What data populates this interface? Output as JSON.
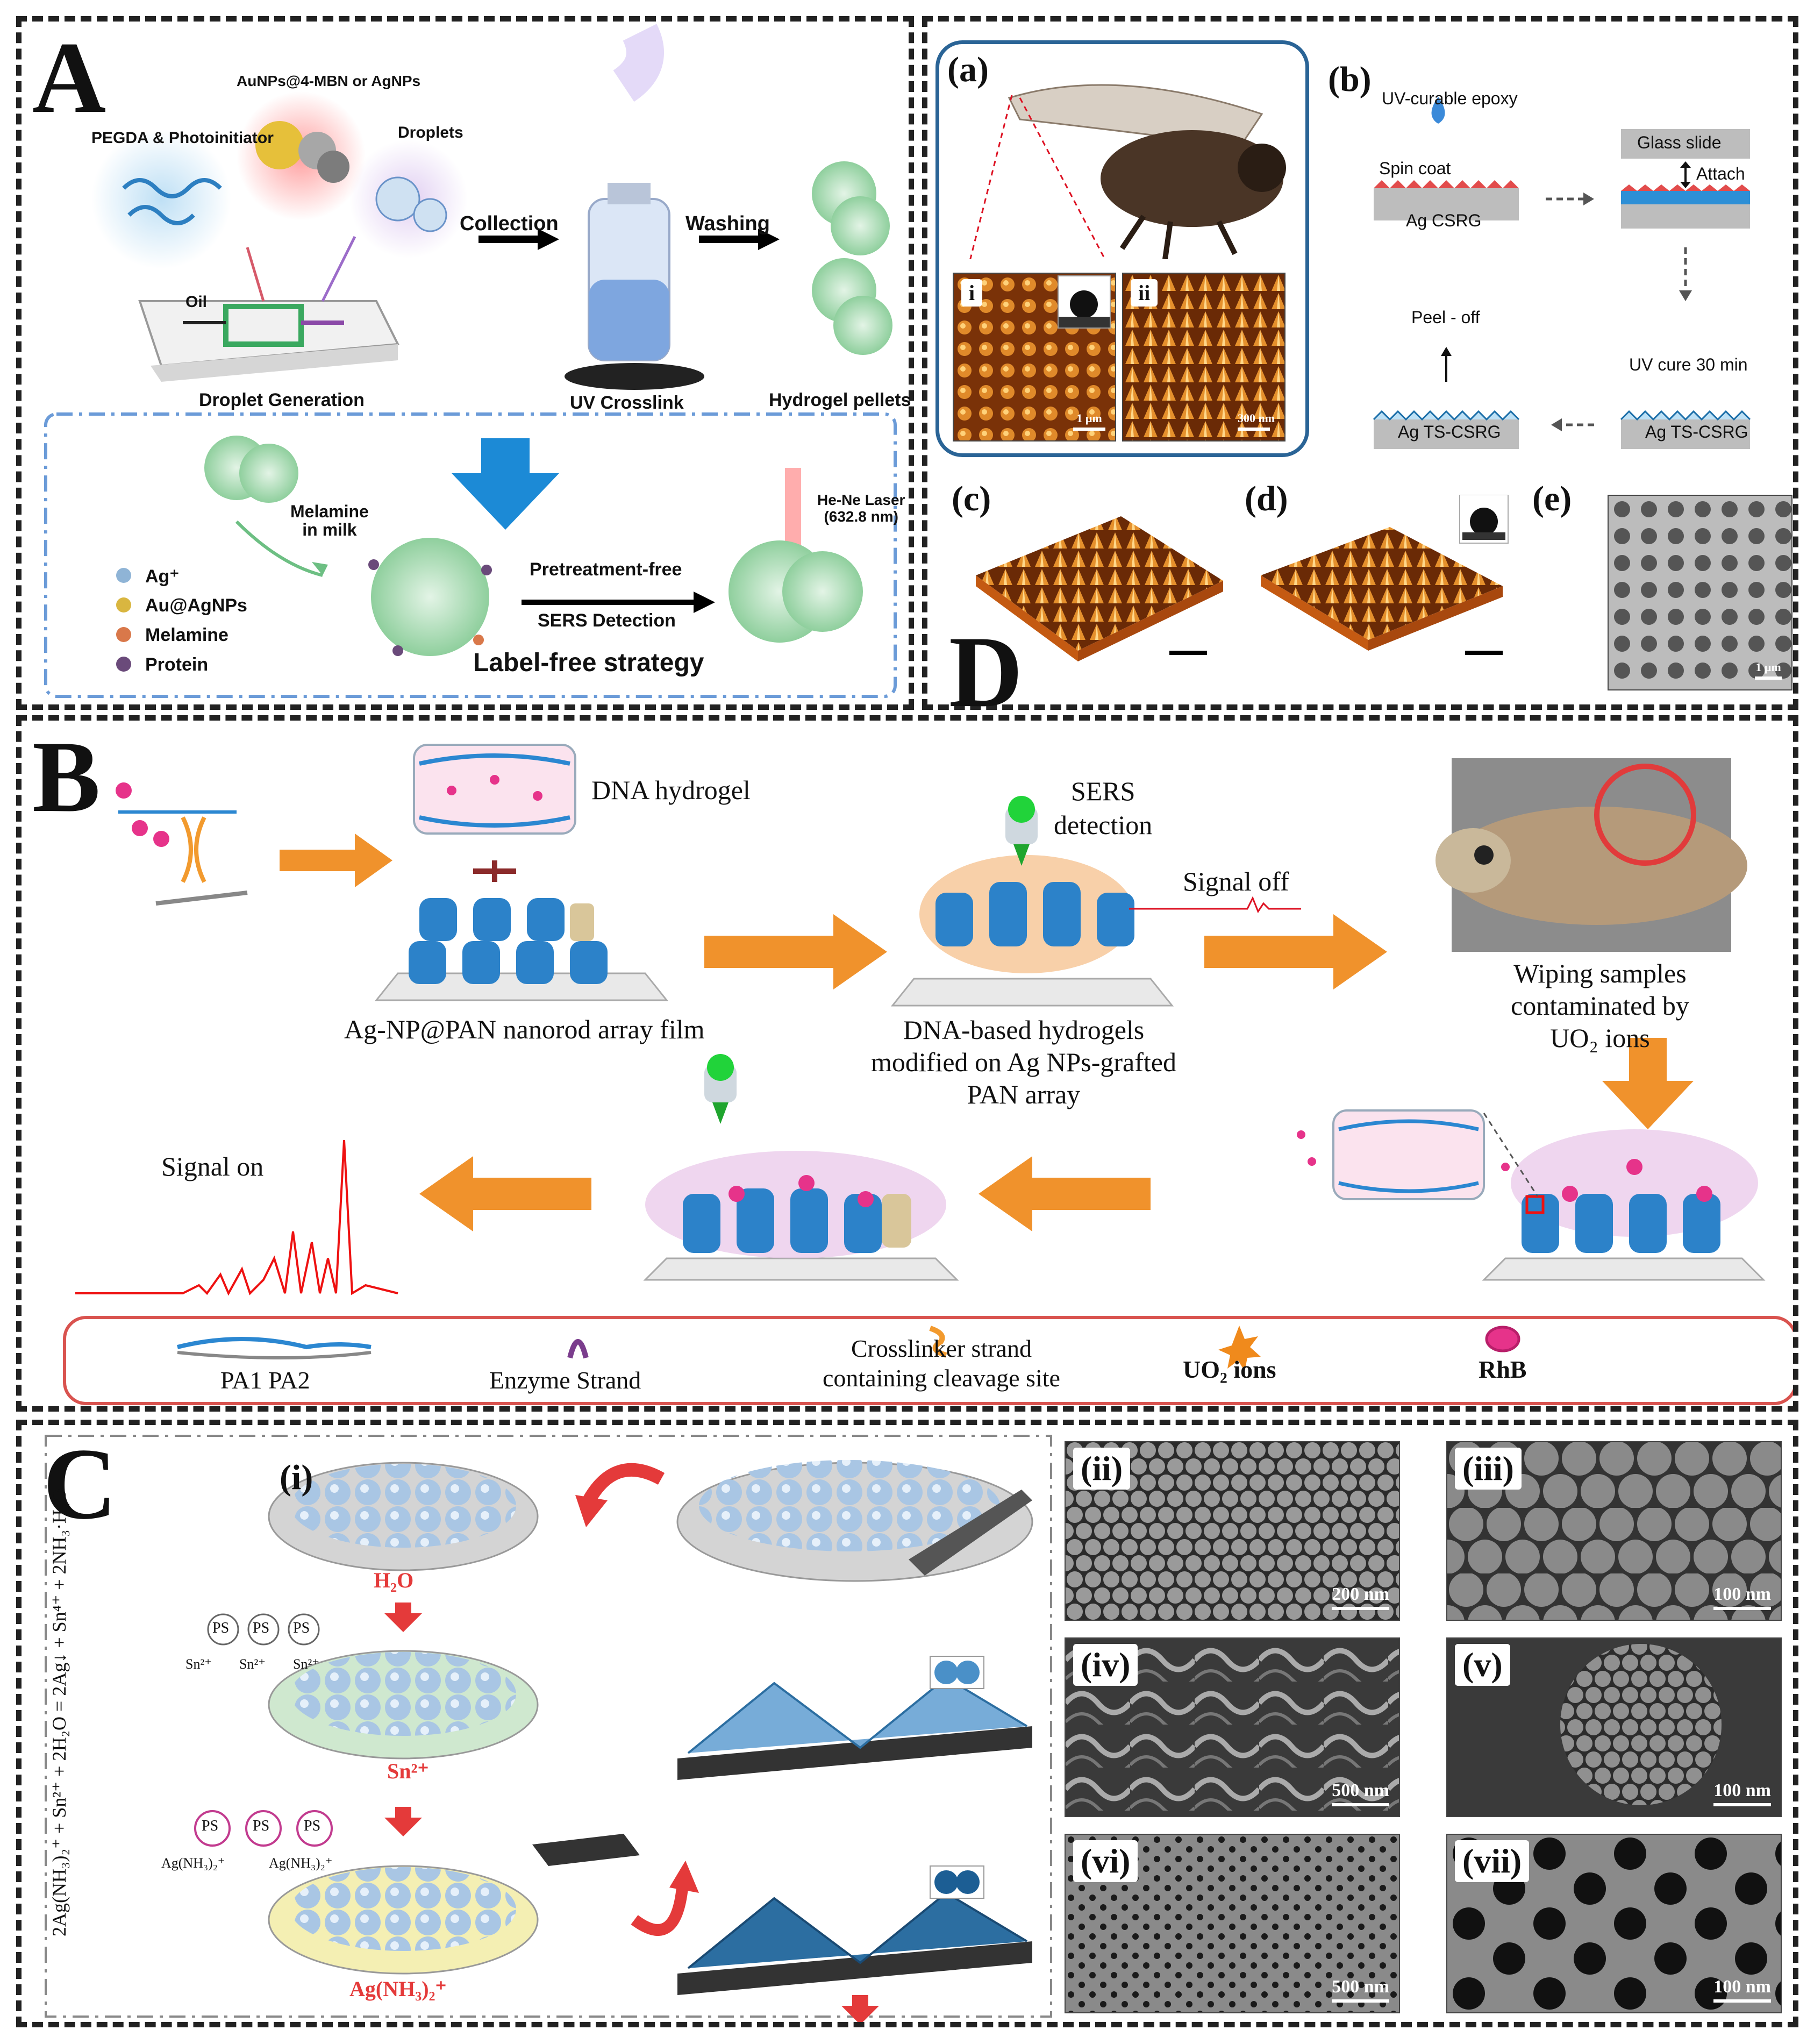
{
  "panel_letters": {
    "A": "A",
    "B": "B",
    "C": "C",
    "D": "D"
  },
  "panel_a": {
    "reagent_top": "AuNPs@4-MBN or AgNPs",
    "reagent_left": "PEGDA & Photoinitiator",
    "droplets": "Droplets",
    "oil": "Oil",
    "collection": "Collection",
    "washing": "Washing",
    "droplet_generation": "Droplet Generation",
    "uv_crosslink": "UV Crosslink",
    "hydrogel_pellets": "Hydrogel pellets",
    "melamine_in_milk": "Melamine\nin milk",
    "laser": "He-Ne Laser\n(632.8 nm)",
    "pretreatment": "Pretreatment-free",
    "sers_detection": "SERS Detection",
    "label_free": "Label-free strategy",
    "legend": [
      "Ag⁺",
      "Au@AgNPs",
      "Melamine",
      "Protein"
    ],
    "legend_colors": [
      "#8fb4d6",
      "#d9b640",
      "#d9784a",
      "#6a4a7a"
    ]
  },
  "panel_d": {
    "a": "(a)",
    "b": "(b)",
    "c": "(c)",
    "d": "(d)",
    "e": "(e)",
    "i": "i",
    "ii": "ii",
    "scale_i": "1 μm",
    "scale_ii": "300 nm",
    "scale_e": "1 μm",
    "uv_epoxy": "UV-curable epoxy",
    "spin_coat": "Spin coat",
    "glass_slide": "Glass slide",
    "attach": "Attach",
    "ag_csrg": "Ag CSRG",
    "peel_off": "Peel - off",
    "uv_cure": "UV cure 30 min",
    "ag_ts_csrg_1": "Ag TS-CSRG",
    "ag_ts_csrg_2": "Ag TS-CSRG"
  },
  "panel_b": {
    "dna_hydrogel": "DNA hydrogel",
    "sers_detection": "SERS\ndetection",
    "signal_off": "Signal off",
    "ag_np_pan": "Ag-NP@PAN nanorod array film",
    "dna_based": "DNA-based hydrogels\nmodified on Ag NPs-grafted\nPAN array",
    "wiping": "Wiping samples\ncontaminated by\nUO₂ ions",
    "signal_on": "Signal on",
    "legend": {
      "pa": "PA1 PA2",
      "enzyme": "Enzyme Strand",
      "crosslinker": "Crosslinker strand\ncontaining cleavage site",
      "uo2": "UO₂ ions",
      "rhb": "RhB"
    }
  },
  "panel_c": {
    "i": "(i)",
    "h2o": "H₂O",
    "sn": "Sn²⁺",
    "agnh3": "Ag(NH₃)₂⁺",
    "ps": "PS",
    "sn_ion": "Sn²⁺",
    "ag_ion": "Ag(NH₃)₂⁺",
    "equation": "2Ag(NH₃)₂⁺ + Sn²⁺ + 2H₂O = 2Ag↓ + Sn⁴⁺ + 2NH₃·H₂O",
    "sem": [
      {
        "label": "(ii)",
        "scale": "200 nm"
      },
      {
        "label": "(iii)",
        "scale": "100 nm"
      },
      {
        "label": "(iv)",
        "scale": "500 nm"
      },
      {
        "label": "(v)",
        "scale": "100 nm"
      },
      {
        "label": "(vi)",
        "scale": "500 nm"
      },
      {
        "label": "(vii)",
        "scale": "100 nm"
      }
    ]
  }
}
